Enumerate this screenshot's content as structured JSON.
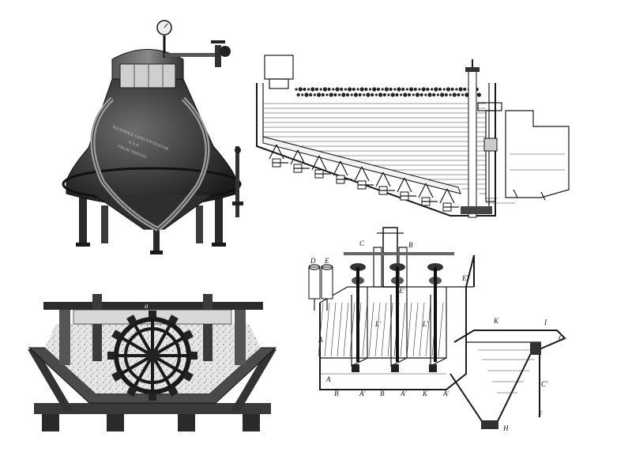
{
  "images": {
    "concentrator": {
      "plate_lines": [
        "HUNDRED CONCENTRATOR",
        "A.S.P.",
        "FROM PATENT"
      ]
    },
    "tank": {},
    "paddle_machine": {
      "labels": [
        "a"
      ]
    },
    "flotation_machine": {
      "labels": [
        "D",
        "E",
        "C",
        "B",
        "E'",
        "E'",
        "A",
        "A",
        "L'",
        "L'",
        "K",
        "I",
        "G",
        "C'",
        "F",
        "H",
        "B",
        "A'",
        "B",
        "A'",
        "K",
        "A'"
      ]
    }
  }
}
